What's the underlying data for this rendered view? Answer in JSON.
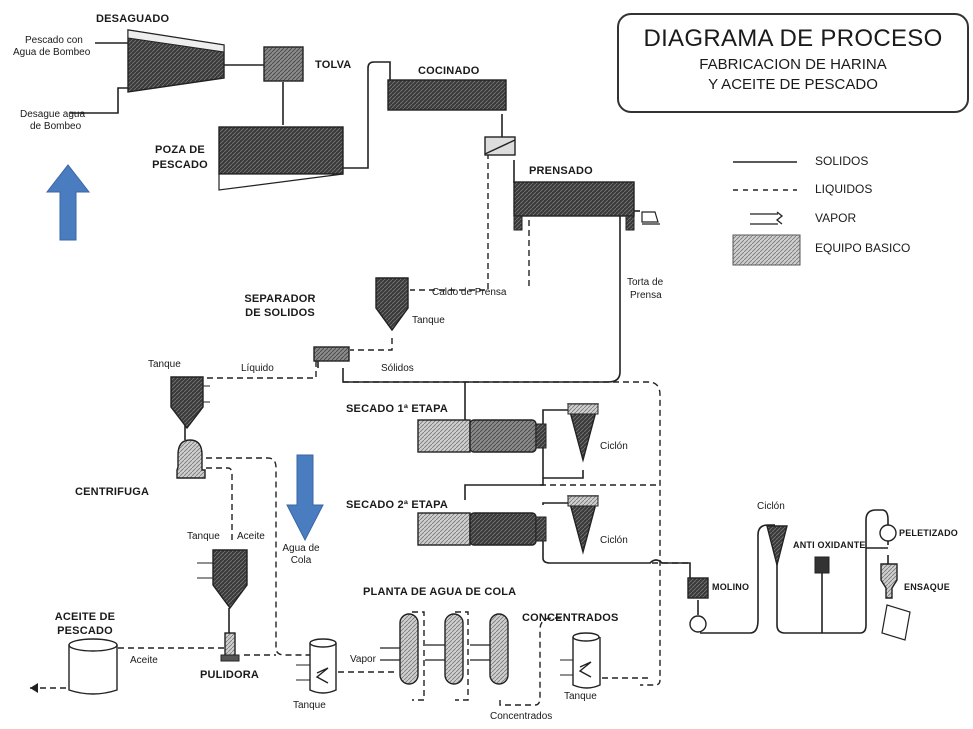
{
  "title": {
    "main": "DIAGRAMA DE PROCESO",
    "sub1": "FABRICACION DE HARINA",
    "sub2": "Y ACEITE DE PESCADO"
  },
  "legend": [
    {
      "icon": "solid-line",
      "label": "SOLIDOS"
    },
    {
      "icon": "dashed-line",
      "label": "LIQUIDOS"
    },
    {
      "icon": "vapor-coil",
      "label": "VAPOR"
    },
    {
      "icon": "hatched-box",
      "label": "EQUIPO BASICO"
    }
  ],
  "equipment": {
    "desaguado": "DESAGUADO",
    "tolva": "TOLVA",
    "poza1": "POZA DE",
    "poza2": "PESCADO",
    "cocinado": "COCINADO",
    "prensado": "PRENSADO",
    "separador1": "SEPARADOR",
    "separador2": "DE SOLIDOS",
    "secado1": "SECADO 1ª ETAPA",
    "secado2": "SECADO 2ª ETAPA",
    "centrifuga": "CENTRIFUGA",
    "pulidora": "PULIDORA",
    "aceite1": "ACEITE DE",
    "aceite2": "PESCADO",
    "planta": "PLANTA DE AGUA DE COLA",
    "concentrados": "CONCENTRADOS",
    "molino": "MOLINO",
    "antioxidante": "ANTI OXIDANTE",
    "peletizado": "PELETIZADO",
    "ensaque": "ENSAQUE"
  },
  "flows": {
    "pescado1": "Pescado con",
    "pescado2": "Agua de Bombeo",
    "desague1": "Desague agua",
    "desague2": "de Bombeo",
    "caldo": "Caldo de Prensa",
    "tanque": "Tanque",
    "torta1": "Torta de",
    "torta2": "Prensa",
    "liquido": "Líquido",
    "solidos": "Sólidos",
    "ciclon": "Ciclón",
    "aceite": "Aceite",
    "aguacola1": "Agua de",
    "aguacola2": "Cola",
    "vapor": "Vapor",
    "concentrados": "Concentrados"
  },
  "colors": {
    "arrow": "#4a7cc0",
    "dark": "#2a2a2a",
    "hatch": "#9a9a9a"
  }
}
